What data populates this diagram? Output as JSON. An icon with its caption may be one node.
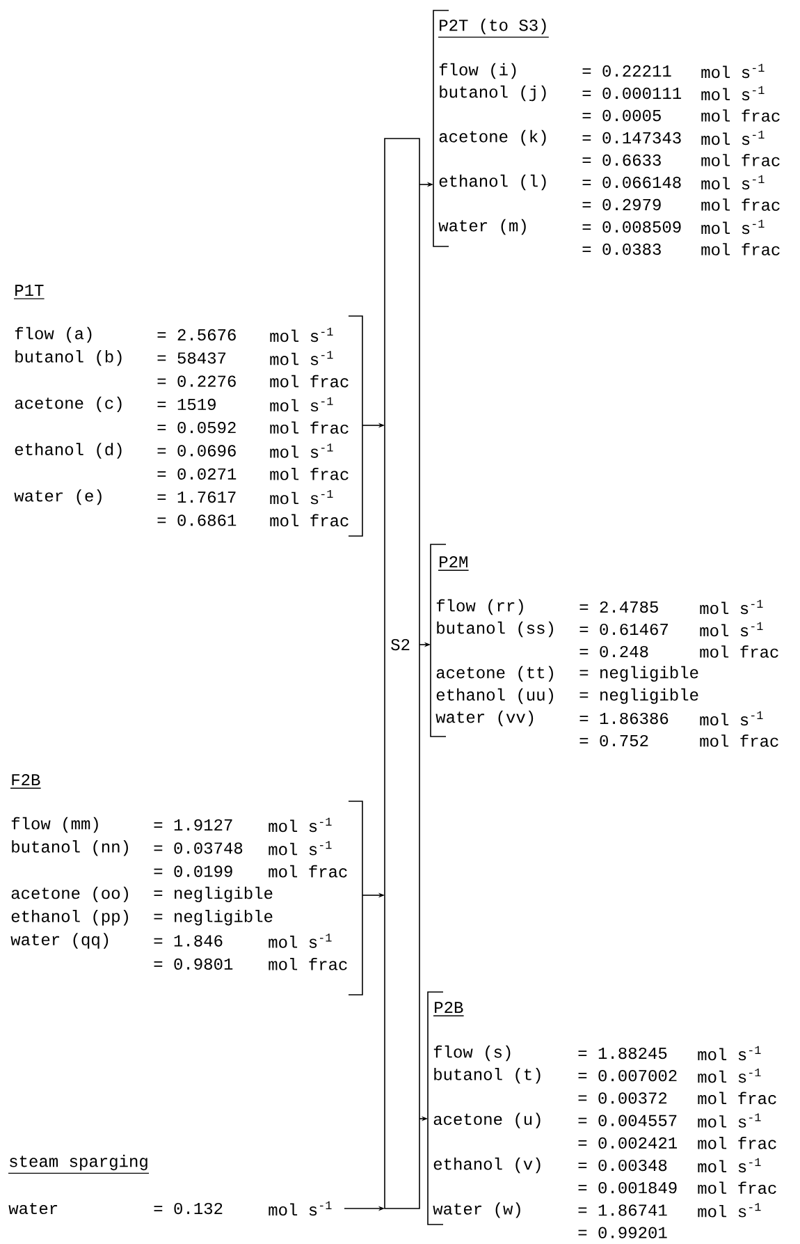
{
  "diagram": {
    "nodes": [
      {
        "text": [
          "P2T (to S3)",
          "flow (i)",
          "= 0.22211",
          "mol s$^{-1}$",
          "butanol (j)",
          "= 0.000111",
          "mol s$^{-1}$",
          "= 0.0005",
          "mol frac",
          "acetone (k)",
          "= 0.147343",
          "mol s$^{-1}$",
          "= 0.6633",
          "mol frac",
          "ethanol (l)",
          "= 0.066148",
          "mol s$^{-1}$",
          "= 0.2979",
          "mol frac",
          "water (m)",
          "= 0.008509",
          "mol s$^{-1}$",
          "= 0.0383",
          "mol frac"
        ]
      },
      {
        "text": [
          "S2"
        ]
      },
      {
        "text": [
          "P1T",
          "flow (a)",
          "= 2.5676",
          "mol s$^{-1}$",
          "butanol (b)",
          "= 58437",
          "mol s$^{-1}$",
          "= 0.2276",
          "mol frac",
          "acetone (c)",
          "= 1519",
          "mol s$^{-1}$",
          "= 0.0592",
          "mol frac",
          "ethanol (d)",
          "= 0.0696",
          "mol s$^{-1}$",
          "= 0.0271",
          "mol frac",
          "water (e)",
          "= 1.7617",
          "mol s$^{-1}$",
          "= 0.6861",
          "mol frac"
        ]
      },
      {
        "text": [
          "P2M",
          "flow (rr)",
          "= 2.4785",
          "mol s$^{-1}$",
          "butanol (ss)",
          "= 0.61467",
          "mol s$^{-1}$",
          "= 0.248",
          "mol frac",
          "acetone (tt)",
          "= negligible",
          "ethanol (uu)",
          "= negligible",
          "water (vv)",
          "= 1.86386",
          "mol s$^{-1}$",
          "= 0.752",
          "mol frac"
        ]
      },
      {
        "text": [
          "F2B",
          "flow (mm)",
          "= 1.9127",
          "mol s$^{-1}$",
          "butanol (nn)",
          "= 0.03748",
          "mol s$^{-1}$",
          "= 0.0199",
          "mol frac",
          "acetone (oo)",
          "= negligible",
          "ethanol (pp)",
          "= negligible",
          "water (qq)",
          "= 1.846",
          "mol s$^{-1}$",
          "= 0.9801",
          "mol frac"
        ]
      },
      {
        "text": [
          "P2B",
          "flow (s)",
          "= 1.88245",
          "mol s$^{-1}$",
          "butanol (t)",
          "= 0.007002",
          "mol s$^{-1}$",
          "= 0.00372",
          "mol frac",
          "acetone (u)",
          "= 0.004557",
          "mol s$^{-1}$",
          "= 0.002421",
          "mol frac",
          "ethanol (v)",
          "= 0.00348",
          "mol s$^{-1}$",
          "= 0.001849",
          "mol frac",
          "water (w)",
          "= 1.86741",
          "mol s$^{-1}$",
          "= 0.99201"
        ]
      },
      {
        "text": [
          "steam sparging",
          "water",
          "= 0.132",
          "mol s$^{-1}$"
        ]
      }
    ],
    "edges": [
      {
        "from": 2,
        "to": 1,
        "arrow": "to"
      },
      {
        "from": 4,
        "to": 1,
        "arrow": "to"
      },
      {
        "from": 6,
        "to": 1,
        "arrow": "to"
      },
      {
        "from": 1,
        "to": 0,
        "arrow": "to"
      },
      {
        "from": 1,
        "to": 3,
        "arrow": "to"
      },
      {
        "from": 1,
        "to": 5,
        "arrow": "to"
      }
    ]
  }
}
